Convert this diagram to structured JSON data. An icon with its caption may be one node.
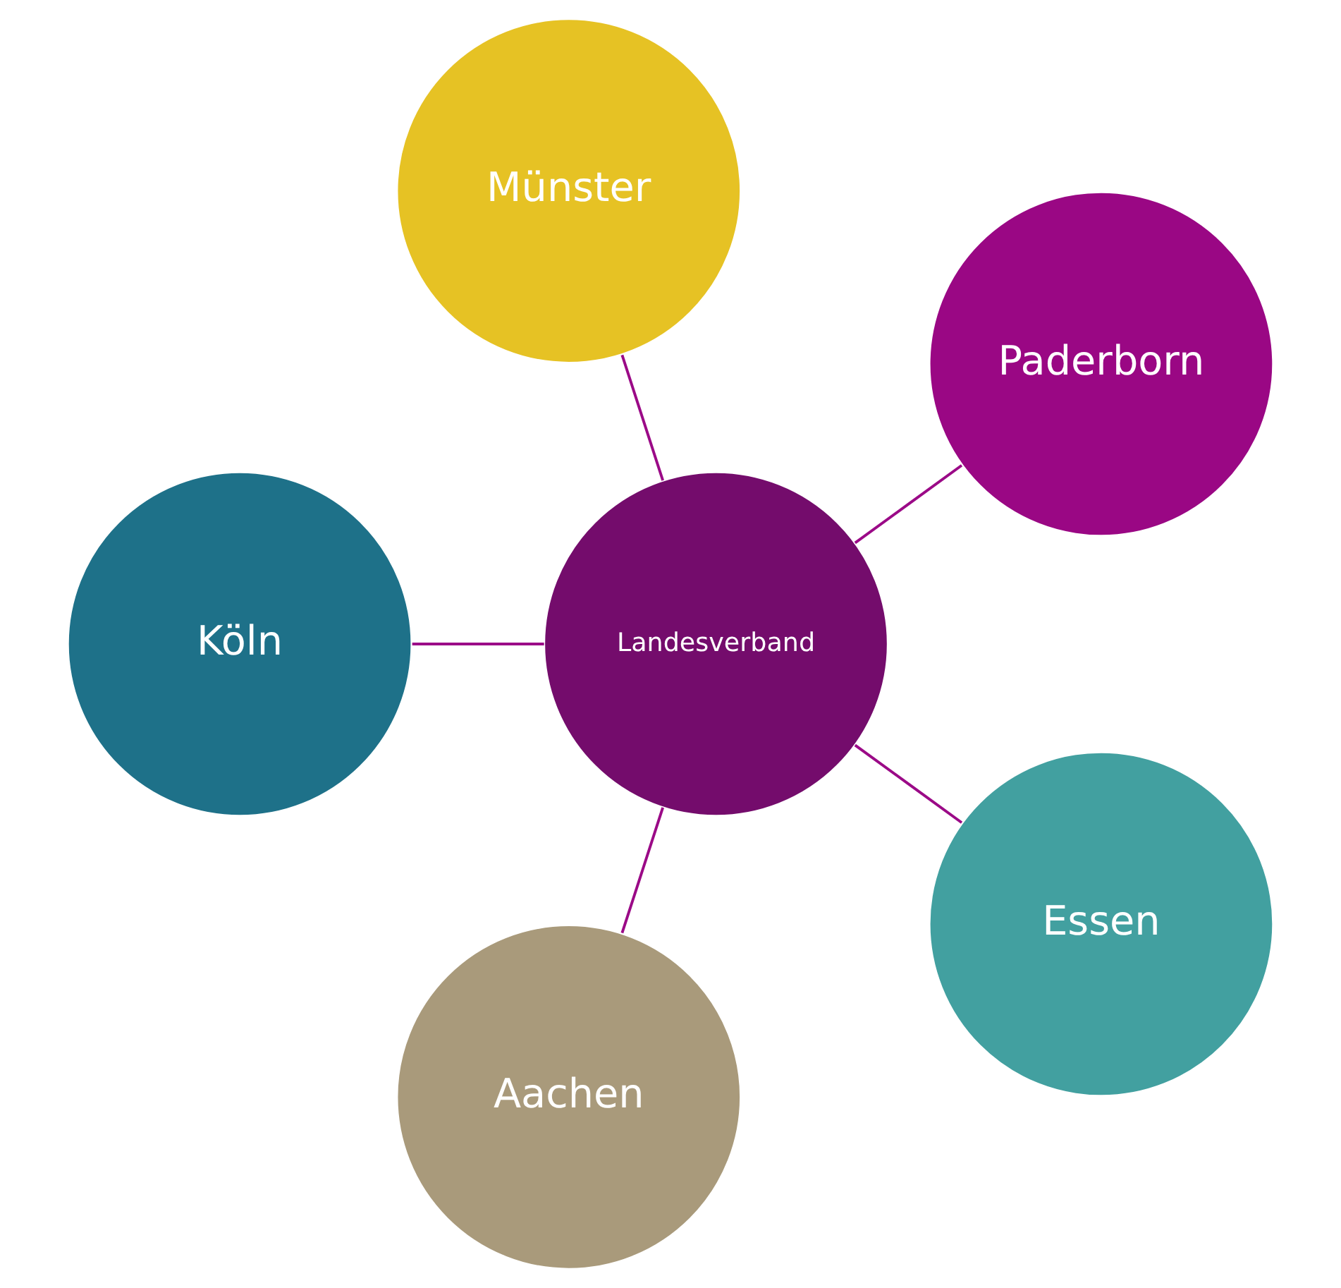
{
  "diagram": {
    "nodes": [
      {
        "text": [
          "Paderborn"
        ]
      },
      {
        "text": [
          "Münster"
        ]
      },
      {
        "text": [
          "Landesverband"
        ]
      },
      {
        "text": [
          "Köln"
        ]
      },
      {
        "text": [
          "Aachen"
        ]
      },
      {
        "text": [
          "Essen"
        ]
      }
    ],
    "edges": [
      {
        "from": 2,
        "to": 0,
        "arrow": "none"
      },
      {
        "from": 2,
        "to": 3,
        "arrow": "none"
      },
      {
        "from": 2,
        "to": 5,
        "arrow": "none"
      },
      {
        "from": 2,
        "to": 4,
        "arrow": "none"
      },
      {
        "from": 2,
        "to": 1,
        "arrow": "none"
      }
    ]
  }
}
